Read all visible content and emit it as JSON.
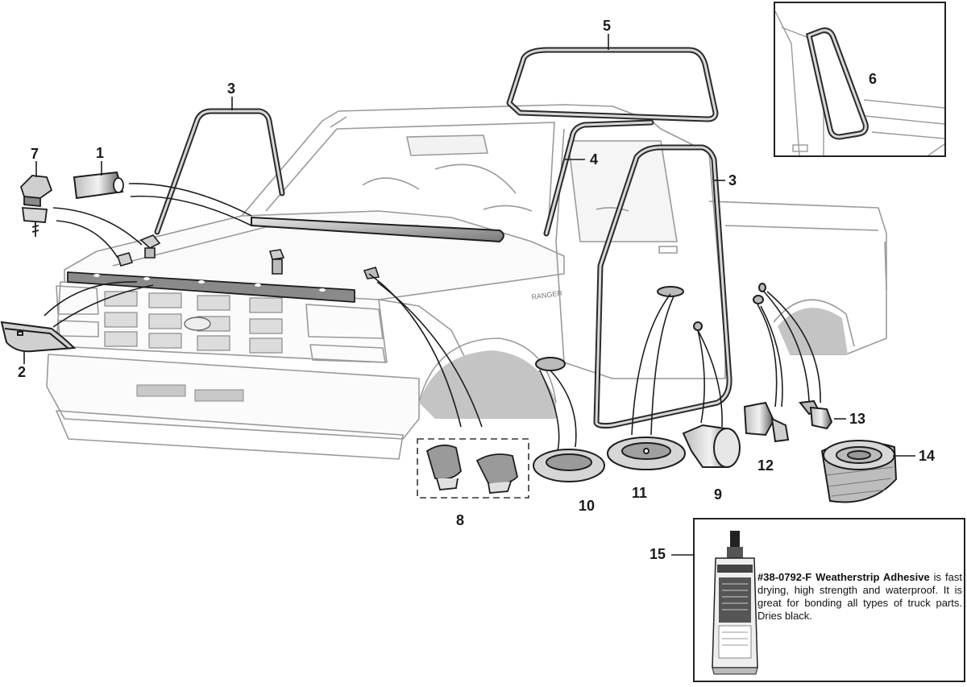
{
  "callouts": {
    "c1": "1",
    "c2": "2",
    "c3a": "3",
    "c3b": "3",
    "c4": "4",
    "c5": "5",
    "c6": "6",
    "c7": "7",
    "c8": "8",
    "c9": "9",
    "c10": "10",
    "c11": "11",
    "c12": "12",
    "c13": "13",
    "c14": "14",
    "c15": "15"
  },
  "product": {
    "part_number": "#38-0792-F Weatherstrip Adhesive",
    "description": "is fast drying, high strength and waterproof. It is great for bonding all types of truck parts. Dries black."
  },
  "truck_badge": "RANGER",
  "colors": {
    "outline": "#8c8c8c",
    "part_stroke": "#1e1e1e",
    "shadow_fill": "#c4c4c4"
  }
}
